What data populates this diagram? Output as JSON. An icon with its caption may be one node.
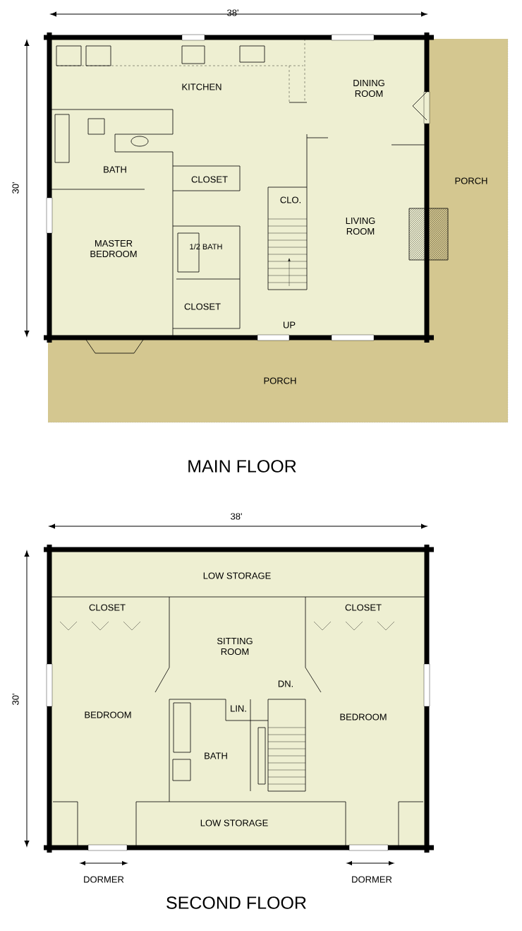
{
  "diagram": {
    "labels": [
      "38'",
      "KITCHEN",
      "DINING ROOM",
      "BATH",
      "CLOSET",
      "PORCH",
      "30'",
      "CLO.",
      "LIVING ROOM",
      "1/2 BATH",
      "MASTER BEDROOM",
      "CLOSET",
      "UP",
      "PORCH",
      "MAIN FLOOR",
      "38'",
      "LOW STORAGE",
      "CLOSET",
      "CLOSET",
      "SITTING ROOM",
      "DN.",
      "LIN.",
      "30'",
      "BEDROOM",
      "BEDROOM",
      "BATH",
      "LOW STORAGE",
      "DORMER",
      "DORMER",
      "SECOND FLOOR"
    ]
  }
}
